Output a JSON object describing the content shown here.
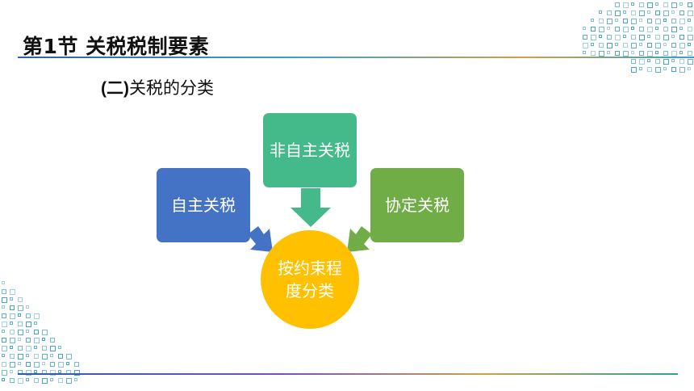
{
  "header": {
    "title": "第1节 关税税制要素"
  },
  "section": {
    "subtitle_prefix": "(二)",
    "subtitle_text": "关税的分类"
  },
  "diagram": {
    "left_box": "自主关税",
    "top_box": "非自主关税",
    "right_box": "协定关税",
    "center": "按约束程度分类"
  },
  "colors": {
    "left": "#4472c4",
    "top": "#44b98a",
    "right": "#70ad47",
    "center": "#ffc000",
    "decor": "#4aa3c4"
  }
}
